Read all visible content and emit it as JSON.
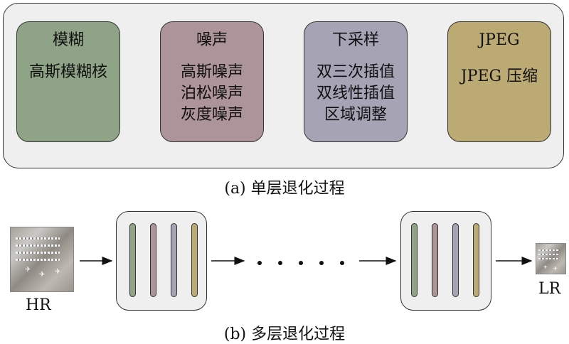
{
  "single_layer": {
    "stages": [
      {
        "title": "模糊",
        "items": [
          "高斯模糊核"
        ],
        "color": "#8fa486"
      },
      {
        "title": "噪声",
        "items": [
          "高斯噪声",
          "泊松噪声",
          "灰度噪声"
        ],
        "color": "#ad9499"
      },
      {
        "title": "下采样",
        "items": [
          "双三次插值",
          "双线性插值",
          "区域调整"
        ],
        "color": "#a5a3b4"
      },
      {
        "title": "JPEG",
        "items": [
          "JPEG 压缩"
        ],
        "color": "#bcaa74"
      }
    ],
    "caption": "(a) 单层退化过程"
  },
  "multi_layer": {
    "hr_label": "HR",
    "lr_label": "LR",
    "bar_colors": [
      "#8fa486",
      "#ad9499",
      "#a5a3b4",
      "#bcaa74"
    ],
    "caption": "(b) 多层退化过程"
  }
}
